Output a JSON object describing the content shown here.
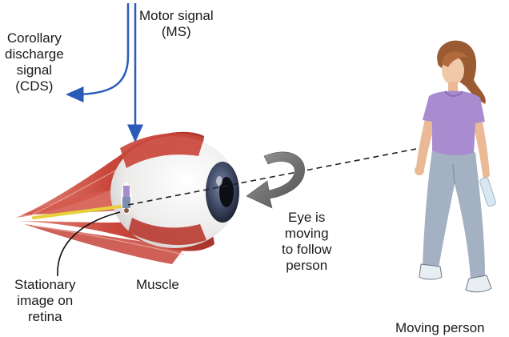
{
  "labels": {
    "motor_signal": [
      "Motor signal",
      "(MS)"
    ],
    "corollary_discharge": [
      "Corollary",
      "discharge",
      "signal",
      "(CDS)"
    ],
    "eye_moving": [
      "Eye is",
      "moving",
      "to follow",
      "person"
    ],
    "stationary_image": [
      "Stationary",
      "image on",
      "retina"
    ],
    "muscle": "Muscle",
    "moving_person": "Moving person"
  },
  "colors": {
    "signal_arrow": "#2a5bb8",
    "muscle": "#c8453a",
    "muscle_light": "#e8877b",
    "sclera": "#f2f0ef",
    "iris": "#3a4258",
    "optic_nerve": "#e8d23a",
    "rotation_arrow": "#6e6e6e",
    "shirt": "#a98bd0",
    "pants": "#a4b1c3"
  },
  "icons": {
    "eye": "eyeball-with-muscles",
    "person": "walking-woman",
    "rotation": "curved-rotation-arrow",
    "retinal_image": "inverted-figure-icon"
  }
}
